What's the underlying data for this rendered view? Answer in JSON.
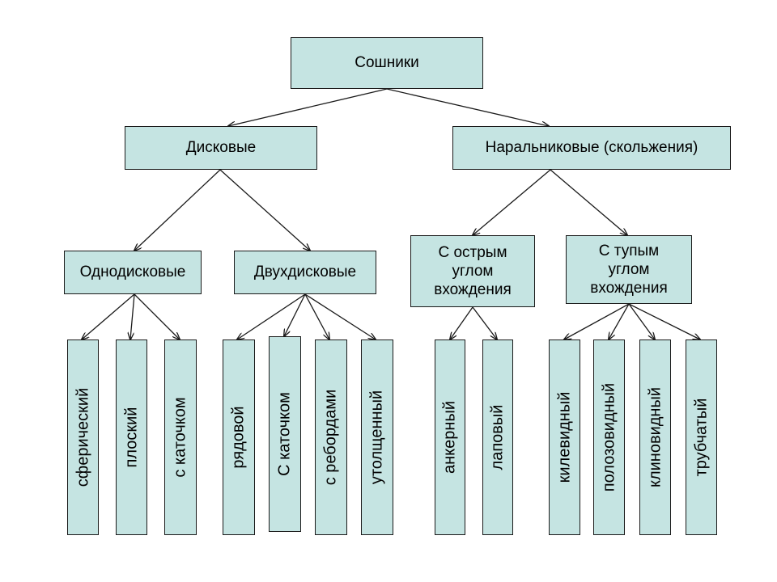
{
  "diagram": {
    "root": "Сошники",
    "disk": "Дисковые",
    "nar": "Наральниковые (скольжения)",
    "single": "Однодисковые",
    "double": "Двухдисковые",
    "sharp": [
      "С острым",
      "углом",
      "вхождения"
    ],
    "blunt": [
      "С тупым",
      "углом",
      "вхождения"
    ],
    "leaves": {
      "spherical": "сферический",
      "flat": "плоский",
      "roller1": "с каточком",
      "row": "рядовой",
      "roller2": "С каточком",
      "ribbed": "с ребордами",
      "thick": "утолщенный",
      "anchor": "анкерный",
      "paw": "лаповый",
      "keel": "килевидный",
      "strip": "полозовидный",
      "wedge": "клиновидный",
      "tube": "трубчатый"
    },
    "colors": {
      "box_fill": "#c5e4e2",
      "stroke": "#1a1a1a"
    }
  }
}
